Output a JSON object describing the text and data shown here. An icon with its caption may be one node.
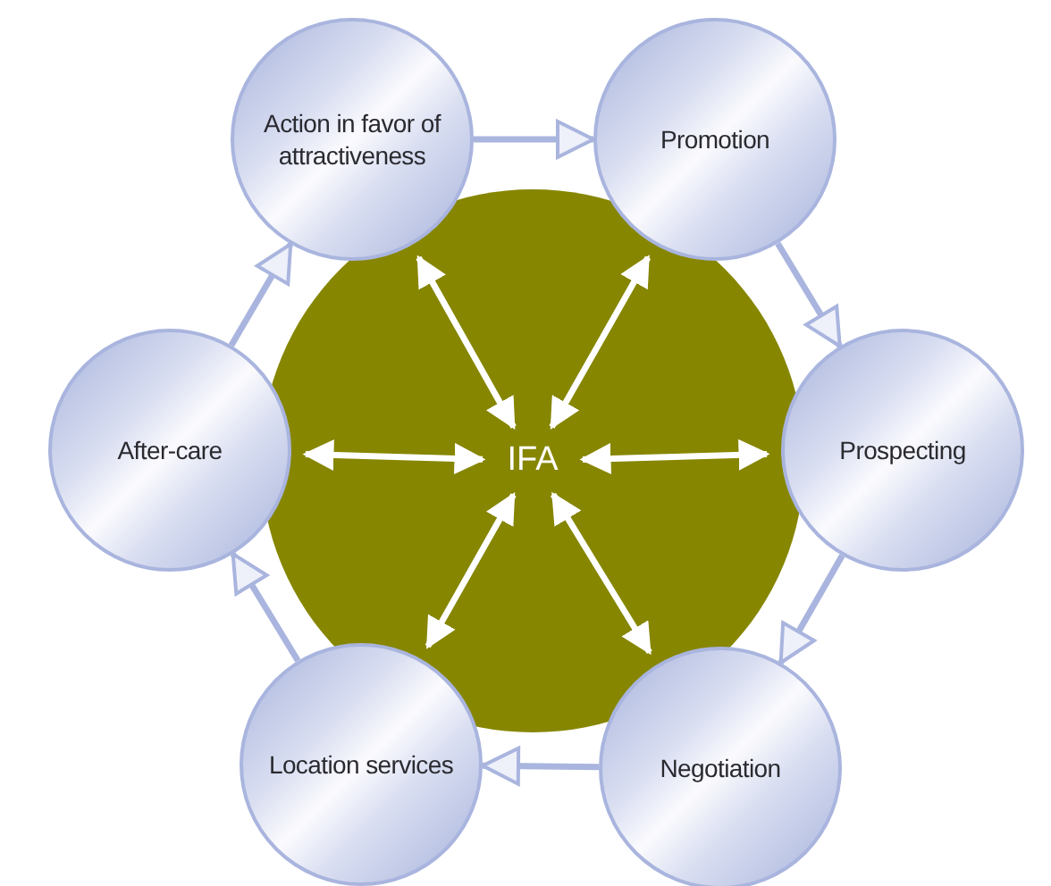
{
  "diagram": {
    "nodes": [
      {
        "text": [],
        "shape": "circle"
      },
      {
        "text": [
          "IFA"
        ],
        "in": 0
      },
      {
        "text": [
          "Action in favor of attractiveness"
        ]
      },
      {
        "text": [
          "Promotion"
        ]
      },
      {
        "text": [
          "After-care"
        ]
      },
      {
        "text": [
          "Prospecting"
        ]
      },
      {
        "text": [
          "Location services"
        ]
      },
      {
        "text": [
          "Negotiation"
        ]
      }
    ],
    "edges": [
      {
        "from": 2,
        "to": 3,
        "arrow": "to",
        "color": "#a9b5de"
      },
      {
        "from": 3,
        "to": 5,
        "arrow": "to",
        "color": "#a9b5de"
      },
      {
        "from": 5,
        "to": 7,
        "arrow": "to",
        "color": "#a9b5de"
      },
      {
        "from": 7,
        "to": 6,
        "arrow": "to",
        "color": "#a9b5de"
      },
      {
        "from": 6,
        "to": 4,
        "arrow": "to",
        "color": "#a9b5de"
      },
      {
        "from": 4,
        "to": 2,
        "arrow": "to",
        "color": "#a9b5de"
      },
      {
        "from": 1,
        "to": 2,
        "arrow": "both",
        "color": "#ffffff"
      },
      {
        "from": 1,
        "to": 3,
        "arrow": "both",
        "color": "#ffffff"
      },
      {
        "from": 1,
        "to": 4,
        "arrow": "both",
        "color": "#ffffff"
      },
      {
        "from": 1,
        "to": 5,
        "arrow": "both",
        "color": "#ffffff"
      },
      {
        "from": 1,
        "to": 6,
        "arrow": "both",
        "color": "#ffffff"
      },
      {
        "from": 1,
        "to": 7,
        "arrow": "both",
        "color": "#ffffff"
      }
    ]
  }
}
